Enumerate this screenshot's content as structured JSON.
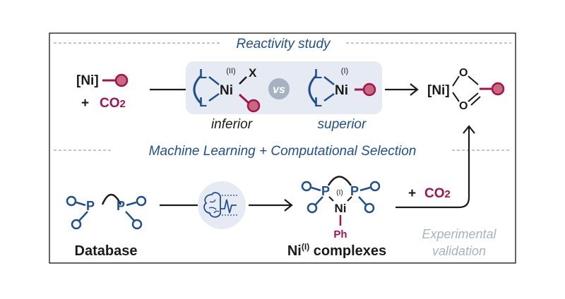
{
  "sections": {
    "reactivity_title": "Reactivity study",
    "ml_title": "Machine Learning + Computational Selection"
  },
  "top_row": {
    "reactant_ni": "[Ni]",
    "plus_co2_plus": "+",
    "plus_co2_text": "CO",
    "plus_co2_sub": "2",
    "ni2_complex": {
      "ligand": "L",
      "metal": "Ni",
      "oxidation": "(II)",
      "halide": "X"
    },
    "vs_label": "vs",
    "ni1_complex": {
      "ligand": "L",
      "metal": "Ni",
      "oxidation": "(I)"
    },
    "inferior_label": "inferior",
    "superior_label": "superior",
    "product_ni": "[Ni]",
    "product_o": "O"
  },
  "bottom_row": {
    "phosphine": "P",
    "database_label": "Database",
    "complex_metal": "Ni",
    "complex_oxidation": "(I)",
    "complex_ph": "Ph",
    "complexes_label_main": "Ni",
    "complexes_label_sup": "(I)",
    "complexes_label_rest": " complexes",
    "plus_co2_plus": "+",
    "plus_co2_text": "CO",
    "plus_co2_sub": "2",
    "experimental_line1": "Experimental",
    "experimental_line2": "validation"
  },
  "colors": {
    "blue": "#1f4f8f",
    "maroon": "#a5124f",
    "maroon_fill": "#c86a7e",
    "panel_bg": "#e6eaf3",
    "dashed_line": "#8fa6bf",
    "muted_text": "#a6b2c2",
    "frame": "#222222"
  },
  "icons": {
    "brain_chart": "brain-chart-icon",
    "substituent": "substituent-circle-icon"
  }
}
